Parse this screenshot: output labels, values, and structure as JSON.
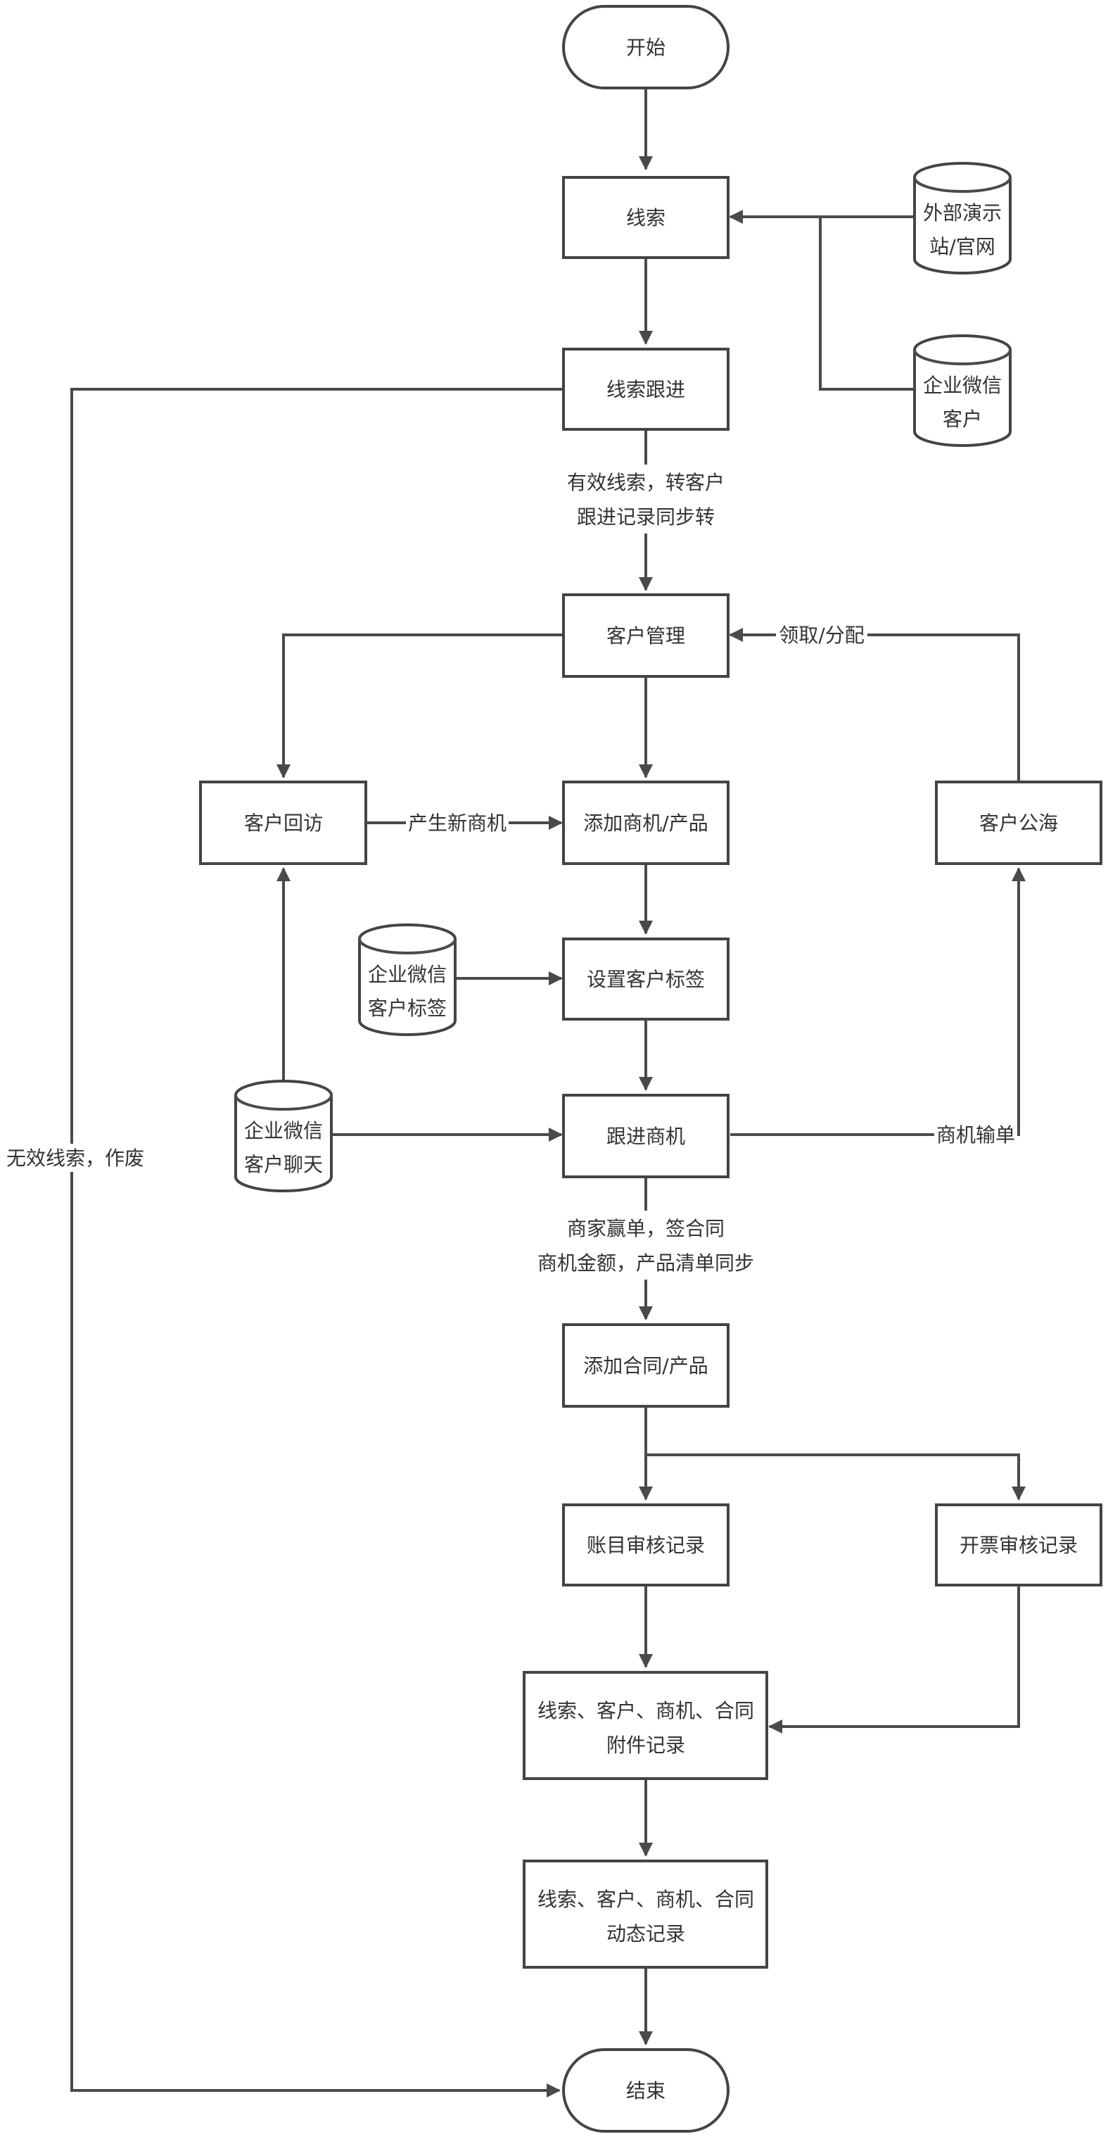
{
  "nodes": {
    "start": {
      "text": "开始"
    },
    "lead": {
      "text": "线索"
    },
    "lead_followup": {
      "text": "线索跟进"
    },
    "customer_mgmt": {
      "text": "客户管理"
    },
    "customer_revisit": {
      "text": "客户回访"
    },
    "add_opportunity": {
      "text": "添加商机/产品"
    },
    "customer_pool": {
      "text": "客户公海"
    },
    "set_tags": {
      "text": "设置客户标签"
    },
    "opportunity_followup": {
      "text": "跟进商机"
    },
    "add_contract": {
      "text": "添加合同/产品"
    },
    "account_audit": {
      "text": "账目审核记录"
    },
    "invoice_audit": {
      "text": "开票审核记录"
    },
    "attachments": {
      "line1": "线索、客户、商机、合同",
      "line2": "附件记录"
    },
    "activity": {
      "line1": "线索、客户、商机、合同",
      "line2": "动态记录"
    },
    "end": {
      "text": "结束"
    },
    "ext_site": {
      "line1": "外部演示",
      "line2": "站/官网"
    },
    "wecom_customer": {
      "line1": "企业微信",
      "line2": "客户"
    },
    "wecom_tags": {
      "line1": "企业微信",
      "line2": "客户标签"
    },
    "wecom_chat": {
      "line1": "企业微信",
      "line2": "客户聊天"
    }
  },
  "edges": {
    "valid_lead": {
      "line1": "有效线索，转客户",
      "line2": "跟进记录同步转"
    },
    "claim_assign": "领取/分配",
    "new_opportunity": "产生新商机",
    "opportunity_lost": "商机输单",
    "won": {
      "line1": "商家赢单，签合同",
      "line2": "商机金额，产品清单同步"
    },
    "invalid_lead": "无效线索，作废"
  }
}
